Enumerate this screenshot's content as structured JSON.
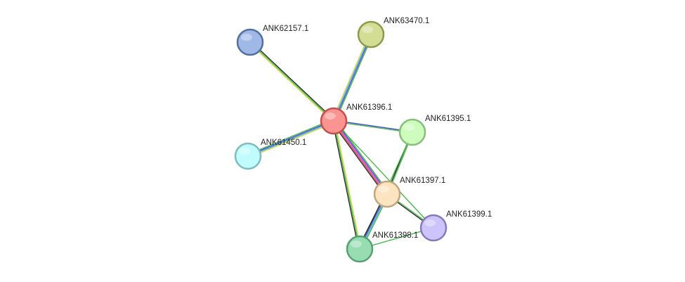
{
  "network": {
    "nodes": [
      {
        "id": "n_center",
        "label": "ANK61396.1",
        "fill": "#f99491",
        "stroke": "#c44f4d",
        "label_anchor": "upper-right"
      },
      {
        "id": "n_62157",
        "label": "ANK62157.1",
        "fill": "#9fb8e6",
        "stroke": "#52709f",
        "label_anchor": "upper-right"
      },
      {
        "id": "n_63470",
        "label": "ANK63470.1",
        "fill": "#d3de94",
        "stroke": "#8d9a49",
        "label_anchor": "upper-right"
      },
      {
        "id": "n_61450",
        "label": "ANK61450.1",
        "fill": "#c0fcfe",
        "stroke": "#7fbcbe",
        "label_anchor": "upper-right"
      },
      {
        "id": "n_61395",
        "label": "ANK61395.1",
        "fill": "#cdfcbc",
        "stroke": "#87bf7a",
        "label_anchor": "upper-right"
      },
      {
        "id": "n_61397",
        "label": "ANK61397.1",
        "fill": "#fde4c1",
        "stroke": "#c1a67f",
        "label_anchor": "upper-right"
      },
      {
        "id": "n_61399",
        "label": "ANK61399.1",
        "fill": "#cdc4fb",
        "stroke": "#8679bd",
        "label_anchor": "upper-right"
      },
      {
        "id": "n_61398",
        "label": "ANK61398.1",
        "fill": "#98dcb2",
        "stroke": "#56a073",
        "label_anchor": "right"
      }
    ],
    "edges": [
      {
        "source": "n_center",
        "target": "n_62157",
        "colors": [
          "#d6d63a",
          "#3cb83c",
          "#1f1f1f"
        ]
      },
      {
        "source": "n_center",
        "target": "n_63470",
        "colors": [
          "#d6d63a",
          "#3fa9d8",
          "#3f3fd6",
          "#3cb83c"
        ]
      },
      {
        "source": "n_center",
        "target": "n_61450",
        "colors": [
          "#d6d63a",
          "#3fa9d8",
          "#3f3fd6",
          "#3cb83c"
        ]
      },
      {
        "source": "n_center",
        "target": "n_61395",
        "colors": [
          "#3f3fd6",
          "#3cb83c"
        ]
      },
      {
        "source": "n_center",
        "target": "n_61397",
        "colors": [
          "#3cb83c",
          "#3f3fd6",
          "#d63fd6",
          "#d63f3f",
          "#1f1f1f"
        ]
      },
      {
        "source": "n_center",
        "target": "n_61398",
        "colors": [
          "#d6d63a",
          "#3cb83c",
          "#1f1f1f"
        ]
      },
      {
        "source": "n_center",
        "target": "n_61399",
        "colors": [
          "#3cb83c"
        ]
      },
      {
        "source": "n_61395",
        "target": "n_61397",
        "colors": [
          "#3cb83c",
          "#1f1f1f"
        ]
      },
      {
        "source": "n_61395",
        "target": "n_61398",
        "colors": [
          "#3cb83c"
        ]
      },
      {
        "source": "n_61397",
        "target": "n_61399",
        "colors": [
          "#3cb83c",
          "#1f1f1f"
        ]
      },
      {
        "source": "n_61397",
        "target": "n_61398",
        "colors": [
          "#3cb83c",
          "#3fa9d8",
          "#3f3fd6",
          "#1f1f1f"
        ]
      },
      {
        "source": "n_61398",
        "target": "n_61399",
        "colors": [
          "#3cb83c"
        ]
      }
    ]
  }
}
